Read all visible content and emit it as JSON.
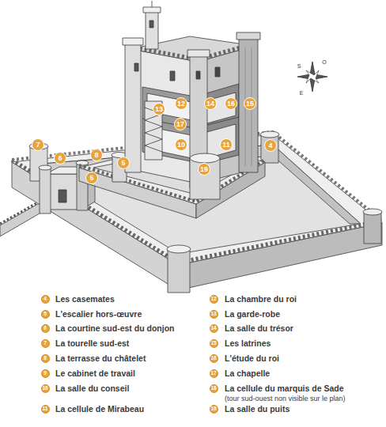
{
  "diagram": {
    "nodes": [
      {
        "text": [
          "13"
        ]
      },
      {
        "text": [
          "12"
        ]
      },
      {
        "text": [
          "14"
        ]
      },
      {
        "text": [
          "16"
        ]
      },
      {
        "text": [
          "15"
        ]
      },
      {
        "text": [
          "17"
        ]
      },
      {
        "text": [
          "7"
        ]
      },
      {
        "text": [
          "10"
        ]
      },
      {
        "text": [
          "11"
        ]
      },
      {
        "text": [
          "4"
        ]
      },
      {
        "text": [
          "8"
        ]
      },
      {
        "text": [
          "6"
        ]
      },
      {
        "text": [
          "5"
        ]
      },
      {
        "text": [
          "19"
        ]
      },
      {
        "text": [
          "5"
        ]
      },
      {
        "text": [
          "4"
        ]
      },
      {
        "text": [
          "5"
        ]
      },
      {
        "text": [
          "6"
        ]
      },
      {
        "text": [
          "7"
        ]
      },
      {
        "text": [
          "8"
        ]
      },
      {
        "text": [
          "9"
        ]
      },
      {
        "text": [
          "10"
        ]
      },
      {
        "text": [
          "11"
        ]
      },
      {
        "text": [
          "12"
        ]
      },
      {
        "text": [
          "13"
        ]
      },
      {
        "text": [
          "14"
        ]
      },
      {
        "text": [
          "15"
        ]
      },
      {
        "text": [
          "16"
        ]
      },
      {
        "text": [
          "17"
        ]
      },
      {
        "text": [
          "18"
        ]
      },
      {
        "text": [
          "19"
        ]
      }
    ],
    "labels": [
      "S",
      "O",
      "E",
      "Les casemates",
      "L'escalier hors-œuvre",
      "La courtine sud-est du donjon",
      "La tourelle sud-est",
      "La terrasse du châtelet",
      "Le cabinet de travail",
      "La salle du conseil",
      "La cellule de Mirabeau",
      "La chambre du roi",
      "La garde-robe",
      "La salle du trésor",
      "Les latrines",
      "L'étude du roi",
      "La chapelle",
      "La cellule du marquis de Sade",
      "(tour sud-ouest non visible sur le plan)",
      "La salle du puits"
    ]
  }
}
